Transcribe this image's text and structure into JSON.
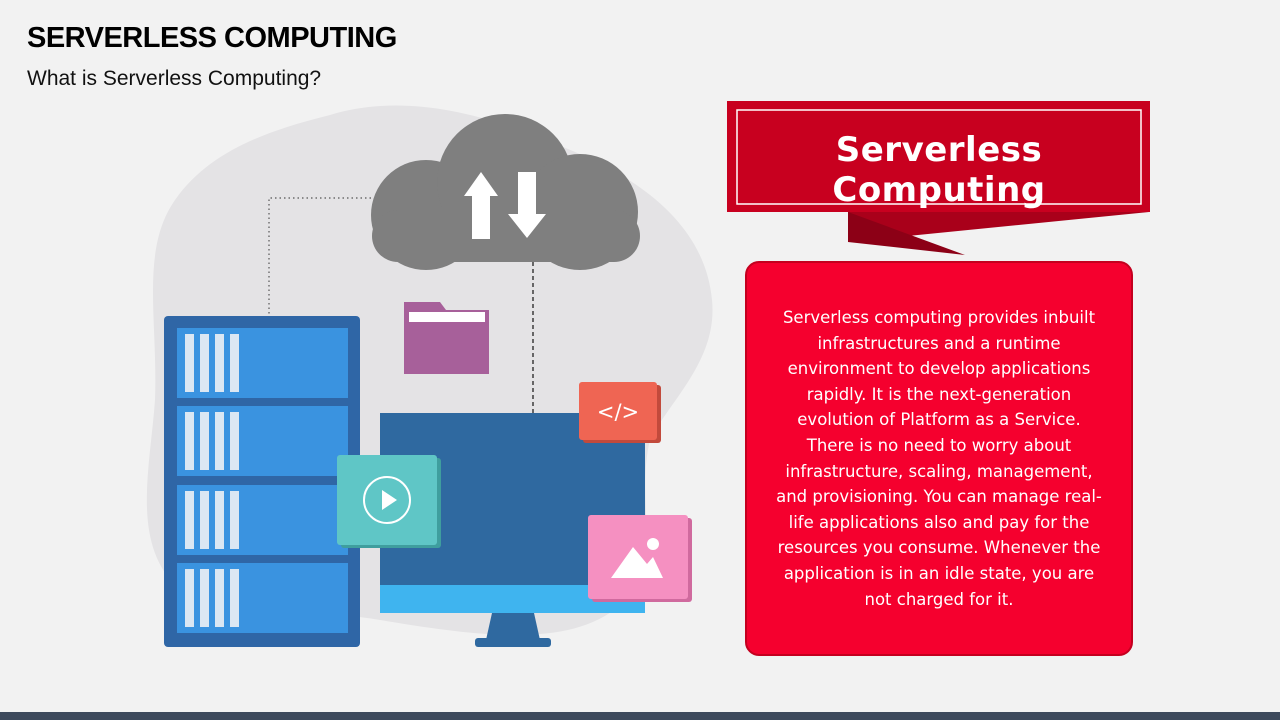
{
  "slide": {
    "title": "SERVERLESS COMPUTING",
    "subtitle": "What is Serverless Computing?"
  },
  "banner": {
    "label": "Serverless Computing"
  },
  "description": {
    "text": "Serverless computing provides inbuilt infrastructures and a runtime environment to develop applications rapidly. It is the next-generation evolution of Platform as a Service. There is no need to worry about infrastructure, scaling, management, and provisioning. You can manage real-life applications also and pay for the resources you consume. Whenever the application is in an idle state, you are not charged for it."
  },
  "illustration": {
    "icons": [
      "cloud-icon",
      "upload-arrow-icon",
      "download-arrow-icon",
      "server-rack-icon",
      "folder-icon",
      "monitor-icon",
      "code-icon",
      "play-video-icon",
      "image-icon"
    ],
    "code_glyph": "</>",
    "colors": {
      "blob": "#e4e3e5",
      "cloud": "#7f7f7f",
      "server": "#2f66a6",
      "server_slot": "#3a93e0",
      "folder": "#a7609a",
      "monitor": "#2f69a0",
      "monitor_base": "#3fb4ef",
      "code_card": "#ef6553",
      "video_card": "#5fc6c6",
      "image_card": "#f590c1",
      "banner_red": "#c8001f",
      "panel_red": "#f5002e"
    }
  }
}
